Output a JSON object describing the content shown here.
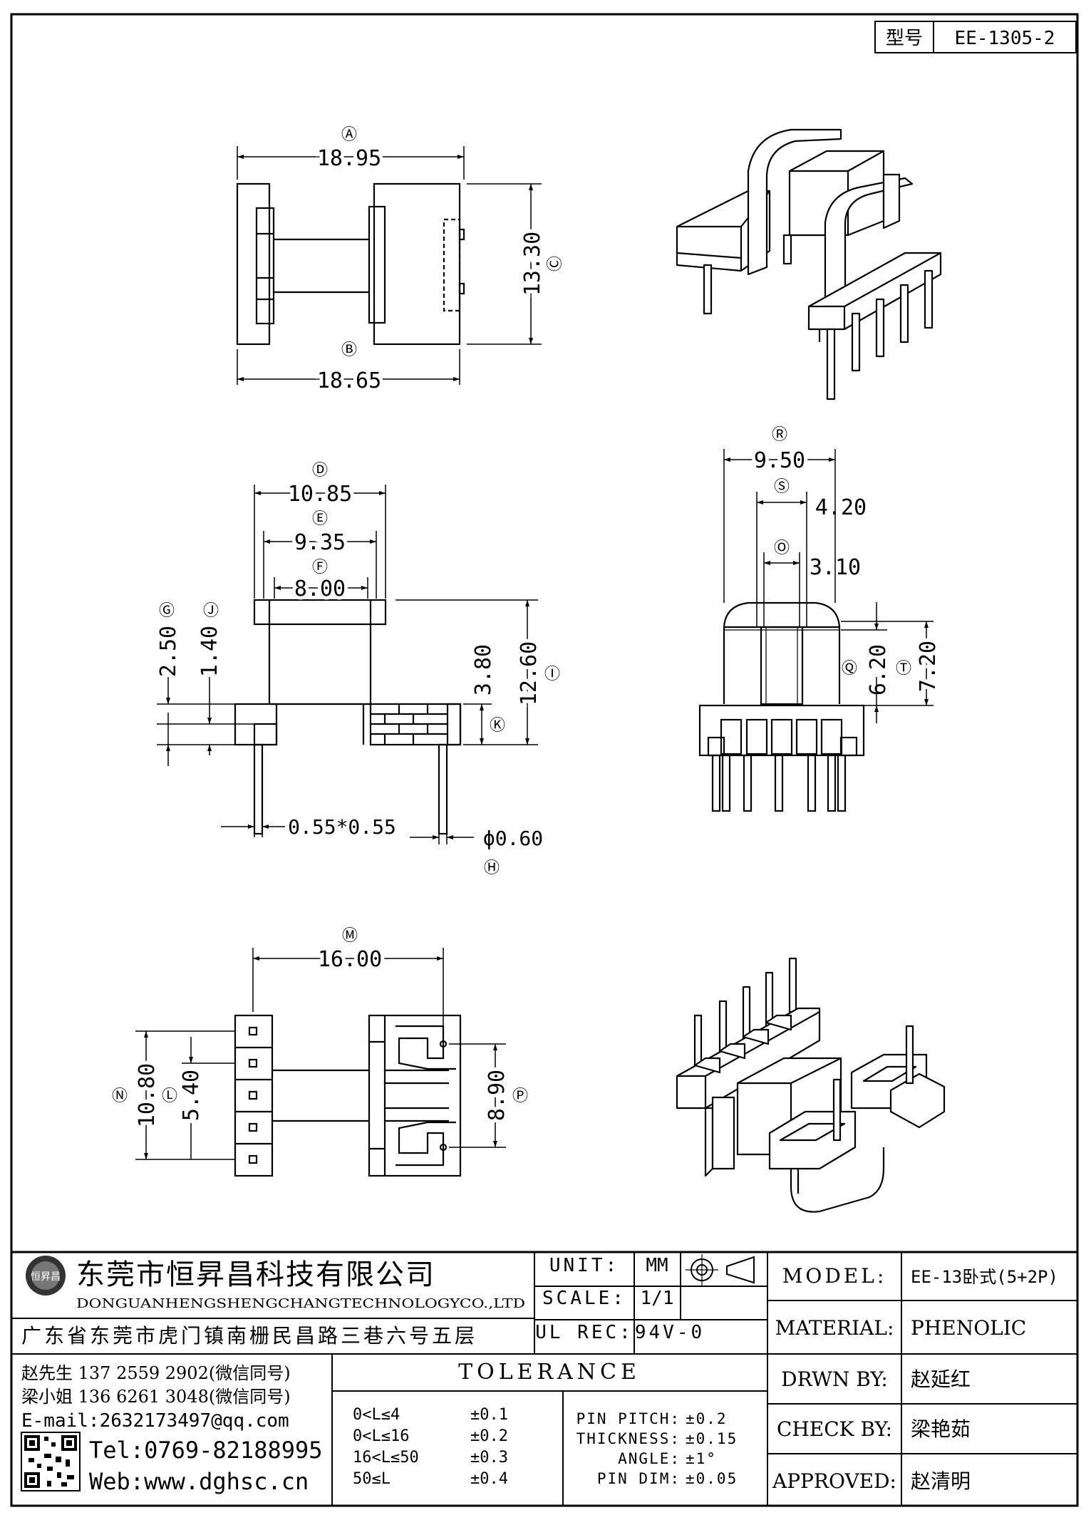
{
  "header": {
    "type_label": "型号",
    "model_code": "EE-1305-2"
  },
  "top_view": {
    "A": {
      "mark": "Ⓐ",
      "value": "18.95"
    },
    "B": {
      "mark": "Ⓑ",
      "value": "18.65"
    },
    "C": {
      "mark": "Ⓒ",
      "value": "13.30"
    }
  },
  "front_view": {
    "D": {
      "mark": "Ⓓ",
      "value": "10.85"
    },
    "E": {
      "mark": "Ⓔ",
      "value": "9.35"
    },
    "F": {
      "mark": "Ⓕ",
      "value": "8.00"
    },
    "G": {
      "mark": "Ⓖ",
      "value": "2.50"
    },
    "J": {
      "mark": "Ⓙ",
      "value": "1.40"
    },
    "K": {
      "mark": "Ⓚ",
      "value": "3.80"
    },
    "I": {
      "mark": "Ⓘ",
      "value": "12.60"
    },
    "pin_square": "0.55*0.55",
    "H": {
      "mark": "Ⓗ",
      "value": "ϕ0.60"
    }
  },
  "side_view": {
    "R": {
      "mark": "Ⓡ",
      "value": "9.50"
    },
    "S": {
      "mark": "Ⓢ",
      "value": "4.20"
    },
    "O": {
      "mark": "Ⓞ",
      "value": "3.10"
    },
    "Q": {
      "mark": "Ⓠ",
      "value": "6.20"
    },
    "T": {
      "mark": "Ⓣ",
      "value": "7.20"
    }
  },
  "bottom_view": {
    "M": {
      "mark": "Ⓜ",
      "value": "16.00"
    },
    "N": {
      "mark": "Ⓝ",
      "value": "10.80"
    },
    "L": {
      "mark": "Ⓛ",
      "value": "5.40"
    },
    "P": {
      "mark": "Ⓟ",
      "value": "8.90"
    }
  },
  "title_block": {
    "company_cn": "东莞市恒昇昌科技有限公司",
    "company_en": "DONGUANHENGSHENGCHANGTECHNOLOGYCO.,LTD",
    "logo_text": "恒昇昌",
    "address": "广东省东莞市虎门镇南栅民昌路三巷六号五层",
    "unit_label": "UNIT:",
    "unit_value": "MM",
    "scale_label": "SCALE:",
    "scale_value": "1/1",
    "ul_label": "UL REC:",
    "ul_value": "94V-0",
    "model_label": "MODEL:",
    "model_value": "EE-13卧式(5+2P)",
    "material_label": "MATERIAL:",
    "material_value": "PHENOLIC",
    "drawn_label": "DRWN BY:",
    "drawn_value": "赵延红",
    "check_label": "CHECK BY:",
    "check_value": "梁艳茹",
    "approved_label": "APPROVED:",
    "approved_value": "赵清明",
    "contact1": "赵先生 137 2559 2902(微信同号)",
    "contact2": "梁小姐 136 6261 3048(微信同号)",
    "email": "E-mail:2632173497@qq.com",
    "tel": "Tel:0769-82188995",
    "web": "Web:www.dghsc.cn",
    "tolerance_title": "TOLERANCE",
    "tol_rows": [
      {
        "range": "0<L≤4",
        "tol": "±0.1"
      },
      {
        "range": "0<L≤16",
        "tol": "±0.2"
      },
      {
        "range": "16<L≤50",
        "tol": "±0.3"
      },
      {
        "range": "50≤L",
        "tol": "±0.4"
      }
    ],
    "spec_rows": [
      {
        "label": "PIN PITCH:",
        "tol": "±0.2"
      },
      {
        "label": "THICKNESS:",
        "tol": "±0.15"
      },
      {
        "label": "ANGLE:",
        "tol": "±1°"
      },
      {
        "label": "PIN DIM:",
        "tol": "±0.05"
      }
    ]
  }
}
